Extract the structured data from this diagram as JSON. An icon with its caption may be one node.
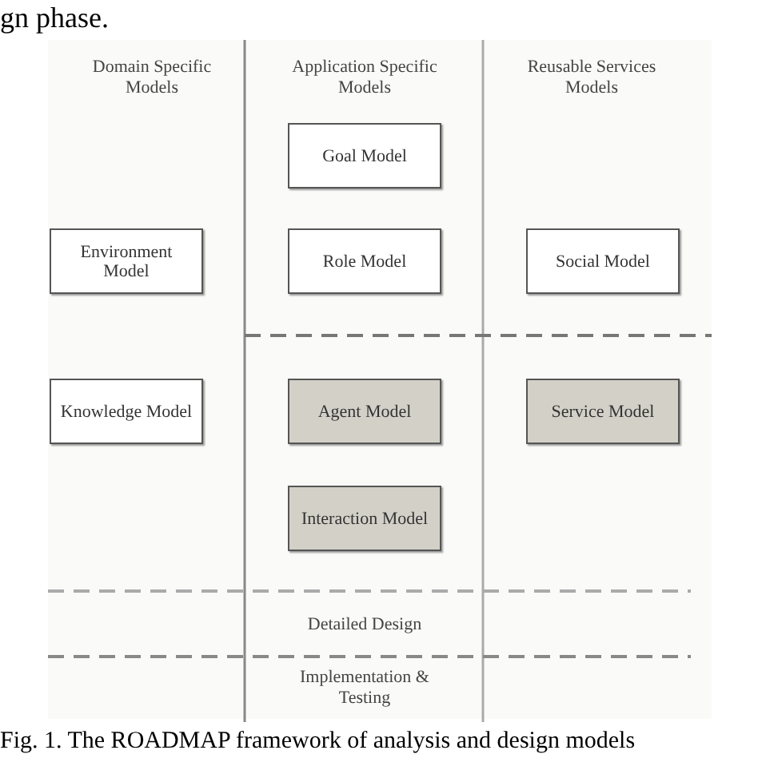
{
  "diagram": {
    "caption": "Fig. 1. The ROADMAP framework of analysis and design models",
    "nodes": [
      {
        "text": [
          "Goal Model"
        ]
      },
      {
        "text": [
          "Environment Model"
        ]
      },
      {
        "text": [
          "Role Model"
        ]
      },
      {
        "text": [
          "Social Model"
        ]
      },
      {
        "text": [
          "Knowledge Model"
        ]
      },
      {
        "text": [
          "Agent Model"
        ]
      },
      {
        "text": [
          "Service Model"
        ]
      },
      {
        "text": [
          "Interaction Model"
        ]
      }
    ],
    "labels": [
      "gn phase.",
      "Domain Specific Models",
      "Application Specific Models",
      "Reusable Services Models",
      "Detailed Design",
      "Implementation & Testing"
    ]
  }
}
